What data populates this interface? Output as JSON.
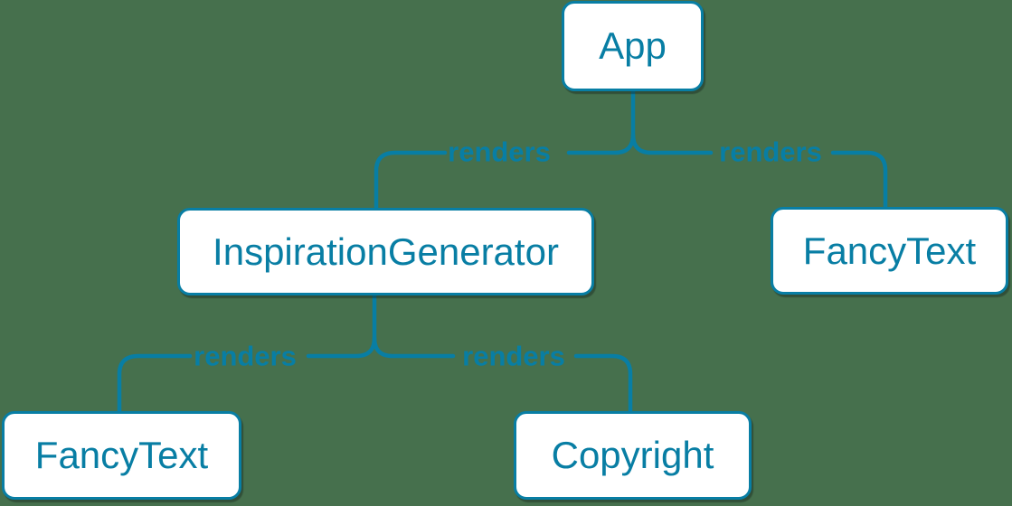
{
  "colors": {
    "background": "#46704D",
    "accent": "#087EA4",
    "node_fill": "#FFFFFF"
  },
  "diagram": {
    "type": "component-render-tree",
    "nodes": [
      {
        "id": "app",
        "label": "App"
      },
      {
        "id": "inspiration-generator",
        "label": "InspirationGenerator"
      },
      {
        "id": "fancy-text-top",
        "label": "FancyText"
      },
      {
        "id": "fancy-text-bottom",
        "label": "FancyText"
      },
      {
        "id": "copyright",
        "label": "Copyright"
      }
    ],
    "edges": [
      {
        "from": "App",
        "to": "InspirationGenerator",
        "label": "renders"
      },
      {
        "from": "App",
        "to": "FancyText",
        "label": "renders"
      },
      {
        "from": "InspirationGenerator",
        "to": "FancyText",
        "label": "renders"
      },
      {
        "from": "InspirationGenerator",
        "to": "Copyright",
        "label": "renders"
      }
    ]
  }
}
